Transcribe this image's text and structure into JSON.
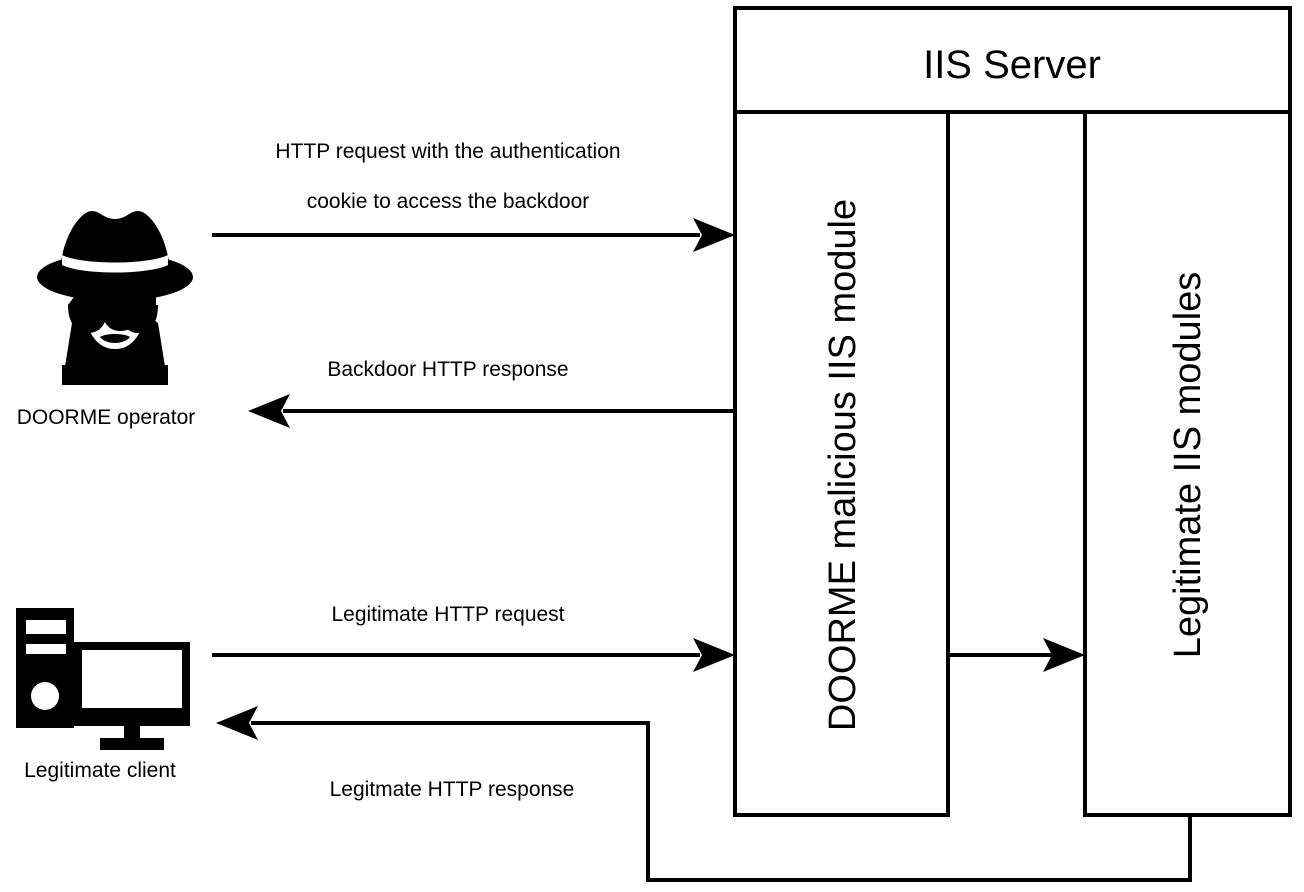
{
  "diagram": {
    "title": "IIS Server",
    "background_color": "#ffffff",
    "line_color": "#000000"
  },
  "server": {
    "header_label": "IIS Server",
    "modules": [
      {
        "id": "doorme",
        "label": "DOORME malicious IIS module",
        "orientation": "vertical-bottom-to-top"
      },
      {
        "id": "legitimate",
        "label": "Legitimate IIS modules",
        "orientation": "vertical-bottom-to-top"
      }
    ]
  },
  "actors": [
    {
      "id": "operator",
      "label": "DOORME operator",
      "icon": "spy-hacker-icon"
    },
    {
      "id": "client",
      "label": "Legitimate client",
      "icon": "desktop-computer-icon"
    }
  ],
  "flows": [
    {
      "id": "backdoor-request",
      "label_lines": [
        "HTTP request with the authentication",
        "cookie to access the backdoor"
      ],
      "from": "DOORME operator",
      "to": "DOORME malicious IIS module",
      "direction": "right"
    },
    {
      "id": "backdoor-response",
      "label_lines": [
        "Backdoor HTTP response"
      ],
      "from": "DOORME malicious IIS module",
      "to": "DOORME operator",
      "direction": "left"
    },
    {
      "id": "legitimate-request",
      "label_lines": [
        "Legitimate HTTP request"
      ],
      "from": "Legitimate client",
      "to": "DOORME malicious IIS module",
      "direction": "right"
    },
    {
      "id": "module-forward",
      "label_lines": [],
      "from": "DOORME malicious IIS module",
      "to": "Legitimate IIS modules",
      "direction": "right"
    },
    {
      "id": "legitimate-response",
      "label_lines": [
        "Legitmate HTTP response"
      ],
      "from": "Legitimate IIS modules",
      "to": "Legitimate client",
      "direction": "left"
    }
  ]
}
